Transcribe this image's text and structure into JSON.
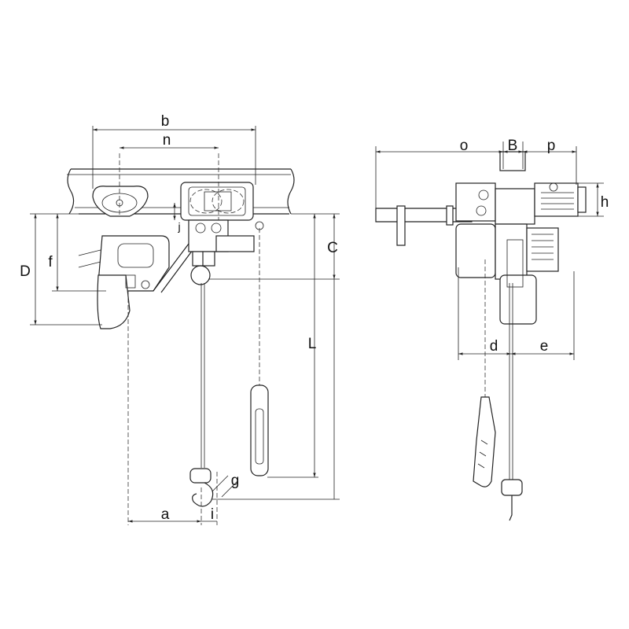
{
  "drawing": {
    "side_view": {
      "dimensions": {
        "b": "b",
        "n": "n",
        "D": "D",
        "f": "f",
        "C": "C",
        "L": "L",
        "a": "a",
        "i": "i",
        "g": "g",
        "j": "j"
      }
    },
    "front_view": {
      "dimensions": {
        "o": "o",
        "B": "B",
        "p": "p",
        "h": "h",
        "d": "d",
        "e": "e"
      }
    }
  }
}
